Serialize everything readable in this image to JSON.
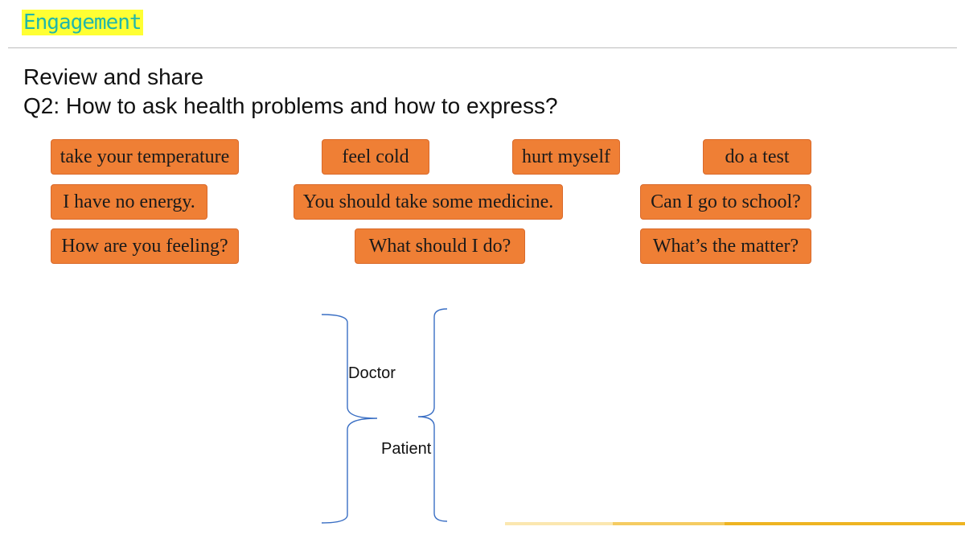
{
  "header": {
    "title": "Engagement"
  },
  "slide": {
    "line1": "Review and share",
    "line2": "Q2: How to ask health problems and how to express?"
  },
  "cards": {
    "c1": "take your temperature",
    "c2": "feel cold",
    "c3": "hurt myself",
    "c4": "do a test",
    "c5": "I have no energy.",
    "c6": "You should take some medicine.",
    "c7": "Can I go to school?",
    "c8": "How are you feeling?",
    "c9": "What should I do?",
    "c10": "What’s the matter?"
  },
  "diagram": {
    "doctor": "Doctor",
    "patient": "Patient"
  },
  "colors": {
    "card_fill": "#ef7f35",
    "title_highlight": "#ffff33",
    "title_text": "#21b7aa",
    "brace": "#3a6fc4",
    "bar_light": "#fbe7b0",
    "bar_mid": "#f5cc62",
    "bar_dark": "#eeb421"
  }
}
